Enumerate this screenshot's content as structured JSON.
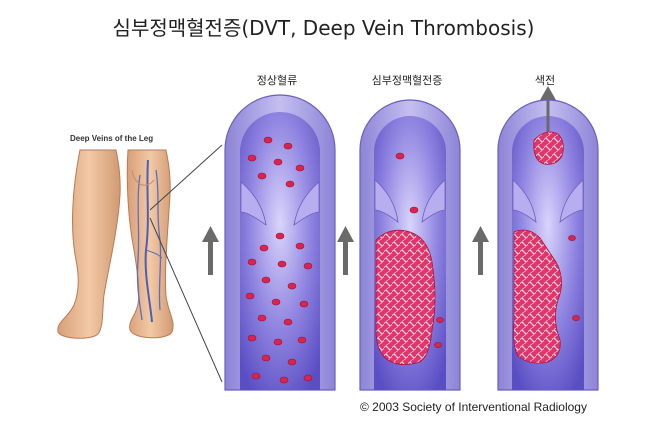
{
  "title": "심부정맥혈전증(DVT,  Deep Vein Thrombosis)",
  "legs_caption": "Deep Veins of the Leg",
  "panels": [
    {
      "label": "정상혈류"
    },
    {
      "label": "심부정맥혈전증"
    },
    {
      "label": "색전"
    }
  ],
  "credit": "© 2003 Society of Interventional Radiology",
  "colors": {
    "vein_wall": "#a9a3e2",
    "vein_lumen": "#6f63d4",
    "cell_red": "#d8254d",
    "clot": "#e0356a",
    "skin": "#e9b995",
    "arrow": "#6a6a6a"
  }
}
